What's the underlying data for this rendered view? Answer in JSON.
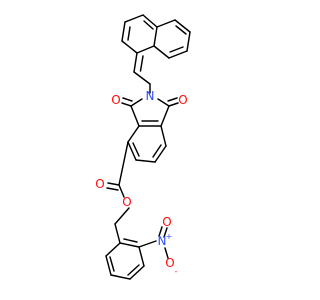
{
  "molecule": {
    "atoms": {
      "n_imide": "N",
      "o_imide_1": "O",
      "o_imide_2": "O",
      "o_carbonyl": "O",
      "o_ester": "O",
      "n_nitro": "N",
      "n_nitro_charge": "+",
      "o_nitro_1": "O",
      "o_nitro_2": "O",
      "o_nitro_2_charge": "-"
    }
  }
}
